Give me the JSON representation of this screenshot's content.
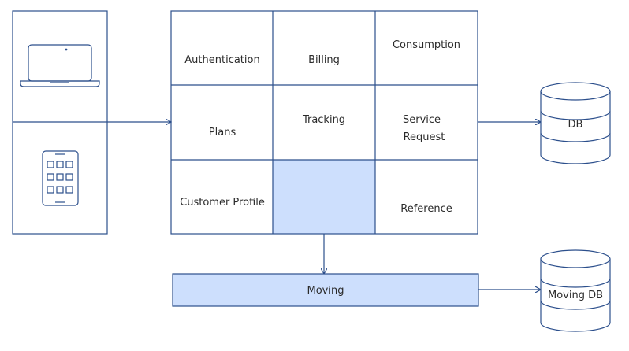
{
  "colors": {
    "stroke": "#2c4f8c",
    "highlight_fill": "#cddffd",
    "text": "#2b2b2b",
    "background": "#ffffff"
  },
  "devices": {
    "laptop_icon": "laptop-icon",
    "tablet_icon": "tablet-icon"
  },
  "modules": {
    "authentication": "Authentication",
    "billing": "Billing",
    "consumption": "Consumption",
    "plans": "Plans",
    "tracking": "Tracking",
    "service_request_line1": "Service",
    "service_request_line2": "Request",
    "customer_profile": "Customer Profile",
    "reference": "Reference"
  },
  "moving": {
    "label": "Moving"
  },
  "databases": {
    "main": "DB",
    "moving": "Moving DB"
  }
}
